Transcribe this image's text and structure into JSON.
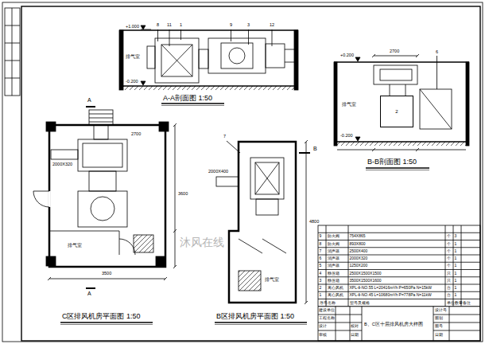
{
  "diagram": {
    "nodes": [
      {
        "text": [
          "2"
        ]
      }
    ],
    "labels": [
      "A-A剖面图 1:50",
      "B-B剖面图 1:50",
      "C区排风机房平面图 1:50",
      "B区排风机房平面图 1:50",
      "沐风在线",
      "+1.000",
      "-0.200",
      "8",
      "11",
      "1",
      "9",
      "3",
      "12",
      "+0.200",
      "-0.200",
      "2700",
      "6",
      "排气室",
      "A",
      "A",
      "2000X320",
      "2700",
      "3600",
      "3500",
      "排气室",
      "B",
      "2000X400",
      "4800",
      "排气室",
      "7",
      "排气室",
      "9",
      "防火阀",
      "754X865",
      "个",
      "3",
      "8",
      "防火阀",
      "893X800",
      "个",
      "1",
      "7",
      "消声器",
      "2500X400",
      "个",
      "1",
      "6",
      "消声器",
      "2000X320",
      "个",
      "1",
      "5",
      "消声器",
      "1250X200",
      "个",
      "1",
      "4",
      "静压箱",
      "2500X1500X1500",
      "只",
      "1",
      "3",
      "静压箱",
      "3500X1500X1600",
      "只",
      "1",
      "2",
      "离心风机",
      "XPL-Ⅱ-NO.55 L=20416m³/h P=650Pa N=15kW",
      "台",
      "1",
      "1",
      "离心风机",
      "XPL-Ⅱ-NO.45 L=10680m³/h P=778Pa N=11kW",
      "台",
      "1",
      "序号",
      "名称",
      "型号及规格",
      "单位",
      "数量",
      "备注",
      "建设单位",
      "工程名称",
      "设计",
      "审核",
      "校对",
      "日期",
      "B、C区十层排风机房大样图",
      "设计号",
      "图别",
      "图号",
      "日期"
    ]
  }
}
